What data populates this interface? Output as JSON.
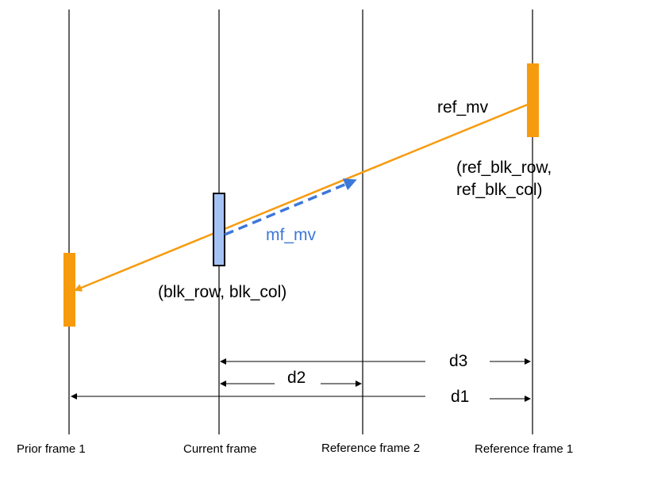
{
  "frames": [
    {
      "label": "Prior frame 1"
    },
    {
      "label": "Current frame"
    },
    {
      "label": "Reference frame 2"
    },
    {
      "label": "Reference frame 1"
    }
  ],
  "vectors": {
    "ref_mv_label": "ref_mv",
    "mf_mv_label": "mf_mv"
  },
  "blocks": {
    "current_block_label": "(blk_row, blk_col)",
    "ref_block_label_line1": "(ref_blk_row,",
    "ref_block_label_line2": "ref_blk_col)"
  },
  "distances": {
    "d1": "d1",
    "d2": "d2",
    "d3": "d3"
  },
  "colors": {
    "orange": "#F79B0E",
    "blue_dashed": "#3C78D8",
    "block_fill": "#A4C2F4",
    "line": "#000000"
  }
}
